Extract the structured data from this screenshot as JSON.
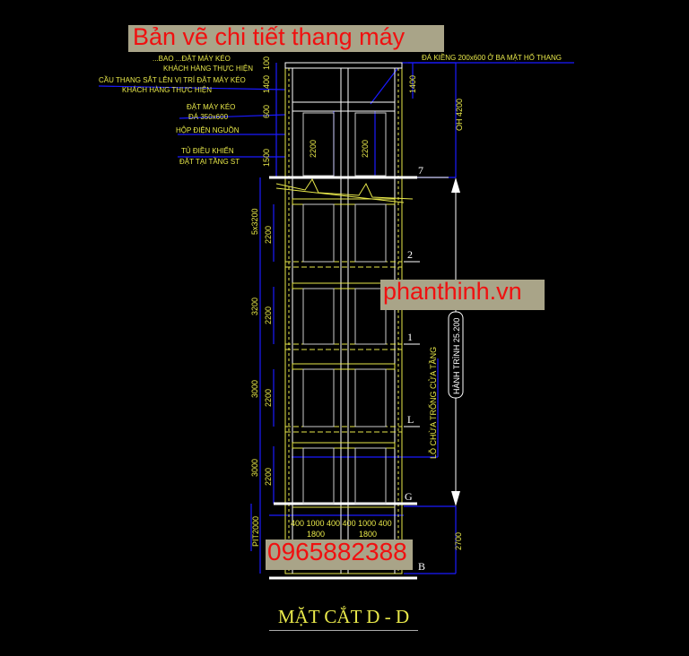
{
  "banners": {
    "title": "Bản vẽ chi tiết thang máy",
    "website": "phanthinh.vn",
    "phone": "0965882388"
  },
  "drawing_title": "MẶT CẮT D - D",
  "annotations": {
    "top_hidden": "...BAO ...ĐẶT MÁY KÉO",
    "top_hidden_2": "KHÁCH HÀNG THỰC HIỆN",
    "hoist_beam": "CẦU THANG SẮT LÊN VỊ TRÍ ĐẶT MÁY KÉO",
    "hoist_beam_2": "KHÁCH HÀNG THỰC HIỆN",
    "machine": "ĐẶT MÁY KÉO",
    "machine_2": "ĐÁ 350x600",
    "power_box": "HỘP ĐIỆN NGUỒN",
    "controller": "TỦ ĐIỀU KHIỂN",
    "controller_2": "ĐẶT TẠI TẦNG ST",
    "beam_note": "ĐÁ KIỀNG 200x600 Ở BA MẶT HỐ THANG",
    "door_opening": "LỖ CHỪA TRỐNG CỬA TẦNG",
    "travel": "HÀNH TRÌNH  25.200"
  },
  "dimensions": {
    "left_top": [
      "100",
      "1400",
      "600",
      "1500"
    ],
    "floor_heights": [
      "5x3200",
      "3200",
      "3000",
      "3000"
    ],
    "door_height": "2200",
    "pit": "PIT2000",
    "overhead": "OH 4200",
    "right_top": "1400",
    "bottom_right": "2700",
    "widths": "400 1000 400 400 1000 400",
    "car_widths": [
      "1800",
      "1800"
    ]
  },
  "levels": [
    "7",
    "2",
    "1",
    "L",
    "G",
    "B"
  ],
  "colors": {
    "line": "#e8e84a",
    "dimension": "#1a1aff",
    "wall": "#ffffff",
    "watermark": "#f01010",
    "banner_bg": "#a9a488"
  }
}
